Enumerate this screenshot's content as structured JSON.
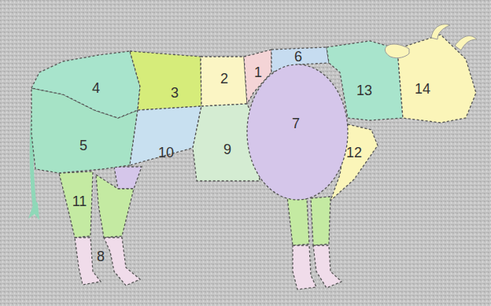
{
  "diagram": {
    "labels": [
      "6",
      "4",
      "3",
      "2",
      "1",
      "14",
      "13",
      "7",
      "5",
      "10",
      "9",
      "12",
      "11",
      "8"
    ]
  }
}
